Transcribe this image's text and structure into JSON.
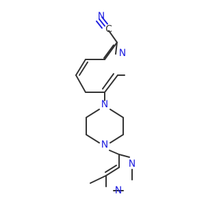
{
  "colors": {
    "carbon": "#333333",
    "nitrogen": "#2020e0",
    "background": "#ffffff"
  },
  "atom_labels": {
    "nitrile_n": "N",
    "nitrile_c": "C",
    "pyridine_n": "N",
    "piperazine_n1": "N",
    "piperazine_n4": "N",
    "pyrimidine_n1": "N",
    "pyrimidine_n3": "N"
  }
}
